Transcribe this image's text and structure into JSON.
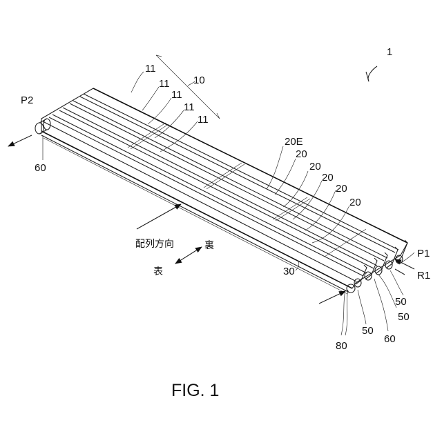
{
  "figure": {
    "caption": "FIG. 1"
  },
  "labels": {
    "assembly": "1",
    "group": "10",
    "tube_top": "11",
    "plate_20e": "20E",
    "plate": "20",
    "plate_30": "30",
    "port_p1": "P1",
    "port_p2": "P2",
    "r1": "R1",
    "num_50": "50",
    "num_60": "60",
    "num_80": "80"
  },
  "directions": {
    "arrangement": "配列方向",
    "back": "裏",
    "front": "表"
  }
}
